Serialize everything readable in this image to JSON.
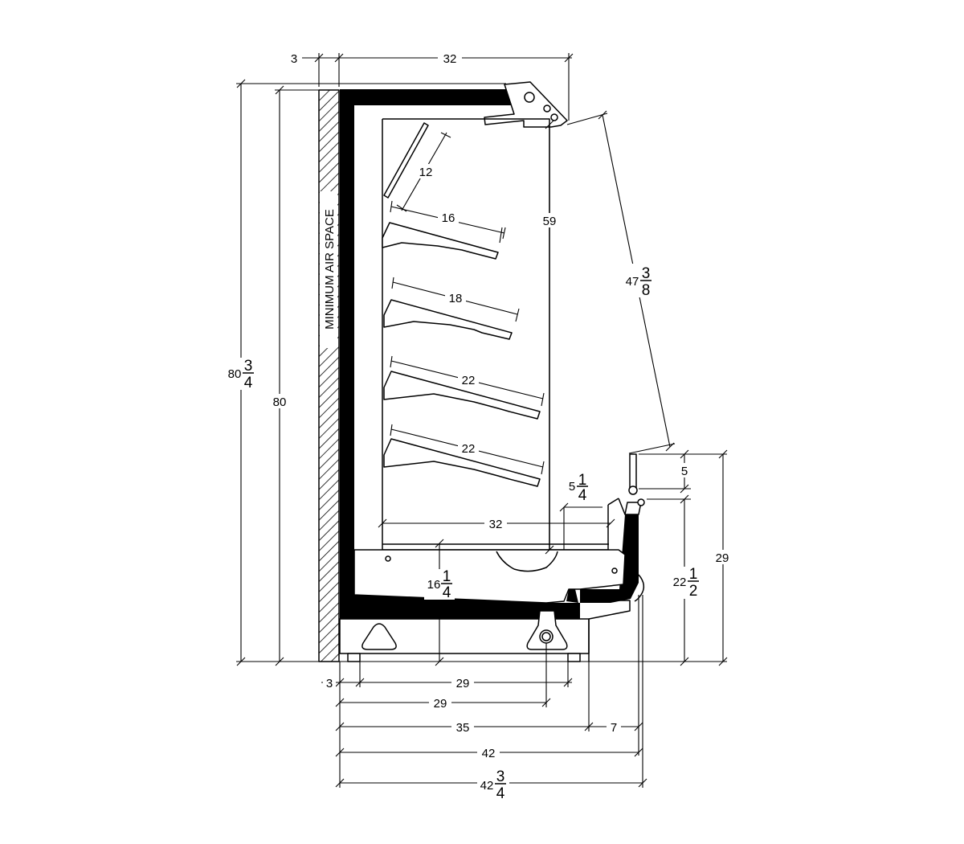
{
  "title": "",
  "side_label": "MINIMUM AIR SPACE",
  "dimensions": {
    "overall_height": {
      "whole": "80",
      "num": "3",
      "den": "4"
    },
    "case_height": "80",
    "air_space": "3",
    "top_depth": "32",
    "interior_height": "59",
    "canopy_diagonal": {
      "whole": "47",
      "num": "3",
      "den": "8"
    },
    "shelf_1": "12",
    "shelf_2": "16",
    "shelf_3": "18",
    "shelf_4": "22",
    "shelf_5": "22",
    "interior_depth": "32",
    "step": {
      "whole": "5",
      "num": "1",
      "den": "4"
    },
    "deck_height": {
      "whole": "16",
      "num": "1",
      "den": "4"
    },
    "bumper": "5",
    "rail_height": {
      "whole": "22",
      "num": "1",
      "den": "2"
    },
    "front_height": "29",
    "base_offset": "3",
    "base_width": "29",
    "drain_position": "29",
    "footprint": "35",
    "front_overhang": "7",
    "depth_bumper": "42",
    "overall_depth": {
      "whole": "42",
      "num": "3",
      "den": "4"
    }
  },
  "colors": {
    "line": "#000000",
    "background": "#ffffff"
  }
}
